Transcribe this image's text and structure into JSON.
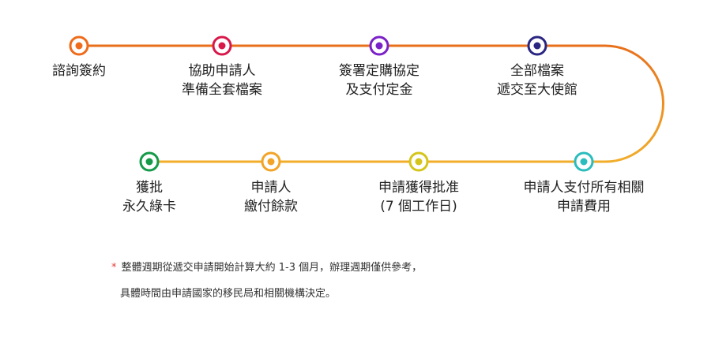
{
  "process": {
    "steps": [
      {
        "lines": [
          "諮詢簽約"
        ],
        "color": "#ee6c1b"
      },
      {
        "lines": [
          "協助申請人",
          "準備全套檔案"
        ],
        "color": "#d9184a"
      },
      {
        "lines": [
          "簽署定購協定",
          "及支付定金"
        ],
        "color": "#7b21c8"
      },
      {
        "lines": [
          "全部檔案",
          "遞交至大使館"
        ],
        "color": "#2a2682"
      },
      {
        "lines": [
          "申請人支付所有相關",
          "申請費用"
        ],
        "color": "#2bbdbd"
      },
      {
        "lines": [
          "申請獲得批准",
          "(7 個工作日)"
        ],
        "color": "#d5c51a"
      },
      {
        "lines": [
          "申請人",
          "繳付餘款"
        ],
        "color": "#f2a428"
      },
      {
        "lines": [
          "獲批",
          "永久綠卡"
        ],
        "color": "#149a48"
      }
    ],
    "line_colors": {
      "top": "#e8701b",
      "bottom": "#f1ad2a"
    }
  },
  "note": {
    "marker": "*",
    "line1": "整體週期從遞交申請開始計算大約 1-3 個月，辦理週期僅供參考，",
    "line2": "具體時間由申請國家的移民局和相關機構決定。"
  }
}
